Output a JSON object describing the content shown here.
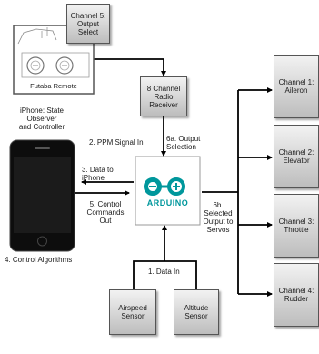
{
  "remote": {
    "label": "Futaba Remote"
  },
  "boxes": {
    "channel5": "Channel 5:\nOutput\nSelect",
    "receiver": "8 Channel\nRadio\nReceiver",
    "airspeed": "Airspeed\nSensor",
    "altitude": "Altitude\nSensor",
    "channel1": "Channel 1:\nAileron",
    "channel2": "Channel 2:\nElevator",
    "channel3": "Channel 3:\nThrottle",
    "channel4": "Channel 4:\nRudder"
  },
  "arduino": {
    "logo_text": "ARDUINO"
  },
  "labels": {
    "iphone_title": "iPhone: State\nObserver\nand Controller",
    "ppm": "2. PPM Signal In",
    "output_selection": "6a. Output\nSelection",
    "data_to_iphone": "3. Data to\niPhone",
    "control_commands": "5. Control\nCommands\nOut",
    "selected_output": "6b.\nSelected\nOutput to\nServos",
    "control_algorithms": "4. Control Algorithms",
    "data_in": "1. Data In"
  },
  "colors": {
    "arduino": "#00979c",
    "arrow": "#000000"
  }
}
